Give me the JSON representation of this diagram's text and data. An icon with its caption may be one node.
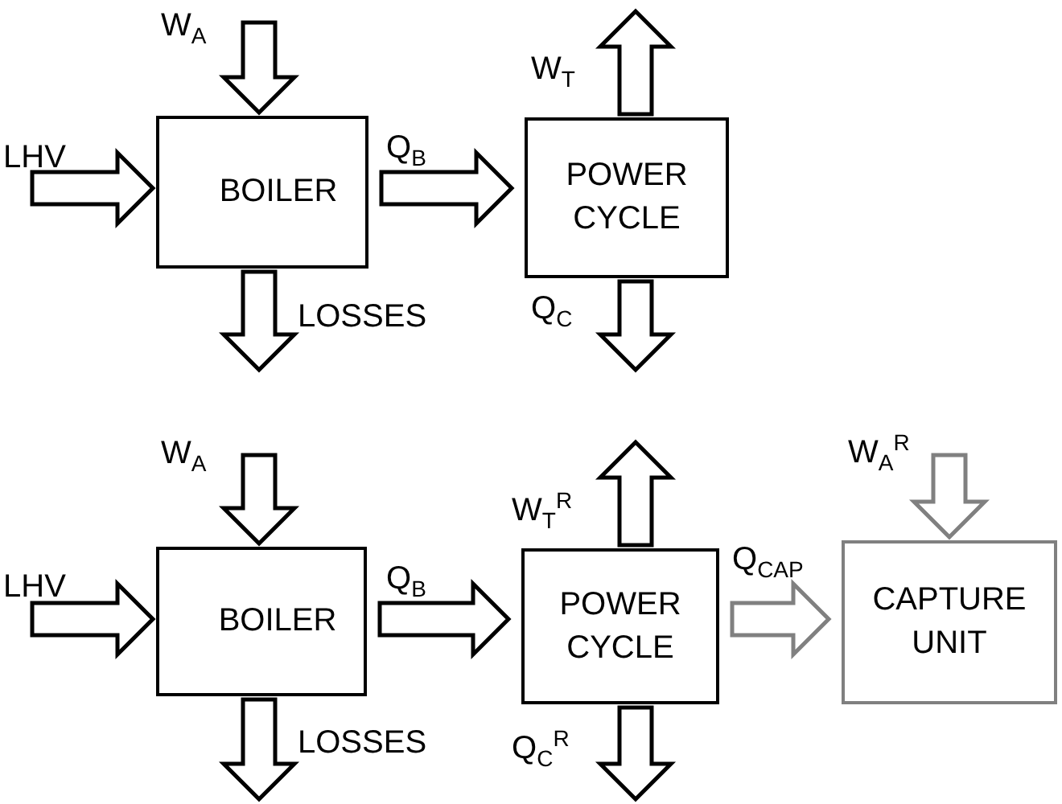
{
  "diagram": {
    "nodes": [
      {
        "text": [
          "BOILER"
        ]
      },
      {
        "text": [
          "POWER CYCLE"
        ]
      },
      {
        "text": [
          "BOILER"
        ]
      },
      {
        "text": [
          "POWER CYCLE"
        ]
      },
      {
        "text": [
          "CAPTURE UNIT"
        ]
      }
    ],
    "edges": [
      {
        "from": null,
        "to": 0,
        "arrow": "to",
        "label": "LHV"
      },
      {
        "from": null,
        "to": 0,
        "arrow": "to",
        "label": "W$_{A}$"
      },
      {
        "from": 0,
        "to": 1,
        "arrow": "to",
        "label": "Q$_{B}$"
      },
      {
        "from": 0,
        "to": null,
        "arrow": "to",
        "label": "LOSSES"
      },
      {
        "from": 1,
        "to": null,
        "arrow": "to",
        "label": "W$_{T}$"
      },
      {
        "from": 1,
        "to": null,
        "arrow": "to",
        "label": "Q$_{C}$"
      },
      {
        "from": null,
        "to": 2,
        "arrow": "to",
        "label": "LHV"
      },
      {
        "from": null,
        "to": 2,
        "arrow": "to",
        "label": "W$_{A}$"
      },
      {
        "from": 2,
        "to": 3,
        "arrow": "to",
        "label": "Q$_{B}$"
      },
      {
        "from": 2,
        "to": null,
        "arrow": "to",
        "label": "LOSSES"
      },
      {
        "from": 3,
        "to": null,
        "arrow": "to",
        "label": "W$_{T}$$^{R}$"
      },
      {
        "from": 3,
        "to": null,
        "arrow": "to",
        "label": "Q$_{C}$$^{R}$"
      },
      {
        "from": 3,
        "to": 4,
        "arrow": "to",
        "label": "Q$_{CAP}$",
        "color": "#808080"
      },
      {
        "from": null,
        "to": 4,
        "arrow": "to",
        "label": "W$_{A}$$^{R}$",
        "color": "#808080"
      }
    ]
  }
}
